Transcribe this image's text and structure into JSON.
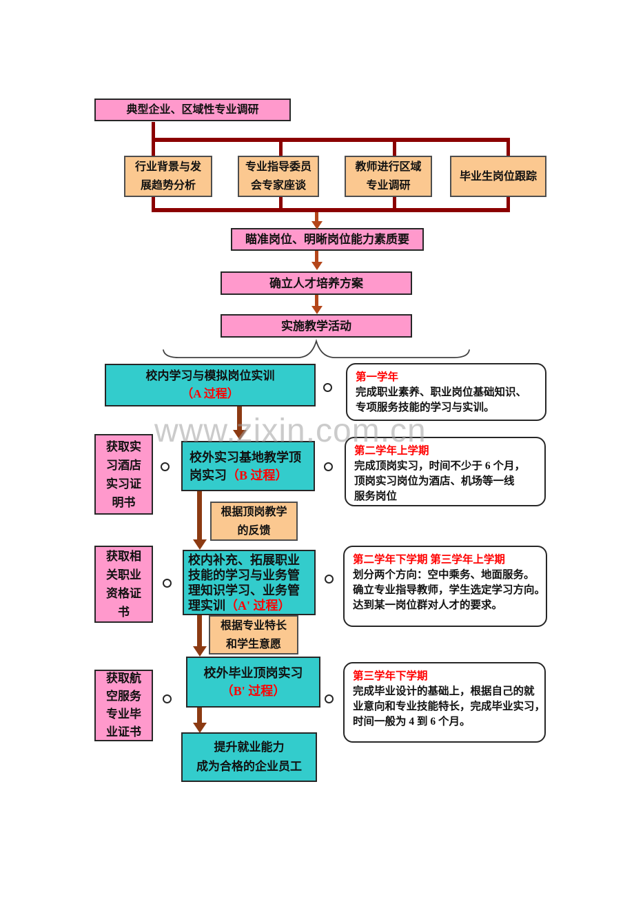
{
  "watermark": "www.zixin.com.cn",
  "colors": {
    "box_pink": "#FF99CC",
    "box_teal": "#33CCCC",
    "box_orange": "#FBC890",
    "connector_maroon": "#8B0000",
    "arrow_rust": "#B4461A",
    "arrow_dark_rust": "#8C3A12",
    "highlight_red": "#FF0000"
  },
  "survey": {
    "title": "典型企业、区域性专业调研",
    "methods": [
      {
        "lines": [
          "行业背景与发",
          "展趋势分析"
        ]
      },
      {
        "lines": [
          "专业指导委员",
          "会专家座谈"
        ]
      },
      {
        "lines": [
          "教师进行区域",
          "专业调研"
        ]
      },
      {
        "lines": [
          "毕业生岗位跟踪"
        ]
      }
    ]
  },
  "pipeline": {
    "aim": "瞄准岗位、明晰岗位能力素质要",
    "plan": "确立人才培养方案",
    "implement": "实施教学活动"
  },
  "stages": [
    {
      "box": {
        "line1": "校内学习与模拟岗位实训",
        "process": "（A 过程）"
      },
      "callout": {
        "title": "第一学年",
        "body": [
          "完成职业素养、职业岗位基础知识、",
          "专项服务技能的学习与实训。"
        ]
      }
    },
    {
      "box": {
        "line1": "校外实习基地教学顶",
        "line2_black": "岗实习",
        "process": "（B 过程）"
      },
      "certificate": {
        "lines": [
          "获取实",
          "习酒店",
          "实习证",
          "明书"
        ]
      },
      "callout": {
        "title": "第二学年上学期",
        "body": [
          "完成顶岗实习，时间不少于 6 个月，",
          "顶岗实习岗位为酒店、机场等一线",
          "服务岗位"
        ]
      },
      "feedback": {
        "lines": [
          "根据顶岗教学",
          "的反馈"
        ]
      }
    },
    {
      "box": {
        "lines": [
          "校内补充、拓展职业",
          "技能的学习与业务管",
          "理知识学习、业务管"
        ],
        "last_black": "理实训",
        "process": "（A' 过程）"
      },
      "certificate": {
        "lines": [
          "获取相",
          "关职业",
          "资格证",
          "书"
        ]
      },
      "callout": {
        "title": "第二学年下学期 第三学年上学期",
        "body": [
          "划分两个方向：空中乘务、地面服务。",
          "确立专业指导教师，学生选定学习方向。",
          "达到某一岗位群对人才的要求。"
        ]
      },
      "feedback": {
        "lines": [
          "根据专业特长",
          "和学生意愿"
        ]
      }
    },
    {
      "box": {
        "line1": "校外毕业顶岗实习",
        "process": "（B' 过程）"
      },
      "certificate": {
        "lines": [
          "获取航",
          "空服务",
          "专业毕",
          "业证书"
        ]
      },
      "callout": {
        "title": "第三学年下学期",
        "body": [
          "完成毕业设计的基础上，根据自己的就",
          "业意向和专业技能特长，完成毕业实习，",
          "时间一般为 4 到 6 个月。"
        ]
      }
    }
  ],
  "outcome": {
    "lines": [
      "提升就业能力",
      "成为合格的企业员工"
    ]
  }
}
